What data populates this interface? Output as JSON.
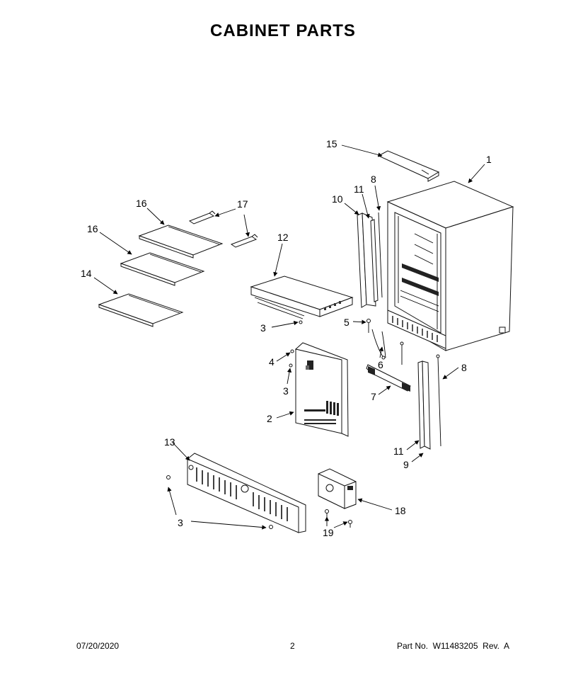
{
  "title": "CABINET PARTS",
  "callouts": [
    {
      "id": "c15",
      "label": "15"
    },
    {
      "id": "c1",
      "label": "1"
    },
    {
      "id": "c8a",
      "label": "8"
    },
    {
      "id": "c11a",
      "label": "11"
    },
    {
      "id": "c10",
      "label": "10"
    },
    {
      "id": "c16a",
      "label": "16"
    },
    {
      "id": "c17",
      "label": "17"
    },
    {
      "id": "c16b",
      "label": "16"
    },
    {
      "id": "c12",
      "label": "12"
    },
    {
      "id": "c14",
      "label": "14"
    },
    {
      "id": "c3a",
      "label": "3"
    },
    {
      "id": "c5",
      "label": "5"
    },
    {
      "id": "c4",
      "label": "4"
    },
    {
      "id": "c6",
      "label": "6"
    },
    {
      "id": "c8b",
      "label": "8"
    },
    {
      "id": "c3b",
      "label": "3"
    },
    {
      "id": "c7",
      "label": "7"
    },
    {
      "id": "c2",
      "label": "2"
    },
    {
      "id": "c13",
      "label": "13"
    },
    {
      "id": "c11b",
      "label": "11"
    },
    {
      "id": "c9",
      "label": "9"
    },
    {
      "id": "c18",
      "label": "18"
    },
    {
      "id": "c3c",
      "label": "3"
    },
    {
      "id": "c19",
      "label": "19"
    }
  ],
  "footer": {
    "date": "07/20/2020",
    "page": "2",
    "part_no": "Part No.  W11483205  Rev.  A"
  }
}
